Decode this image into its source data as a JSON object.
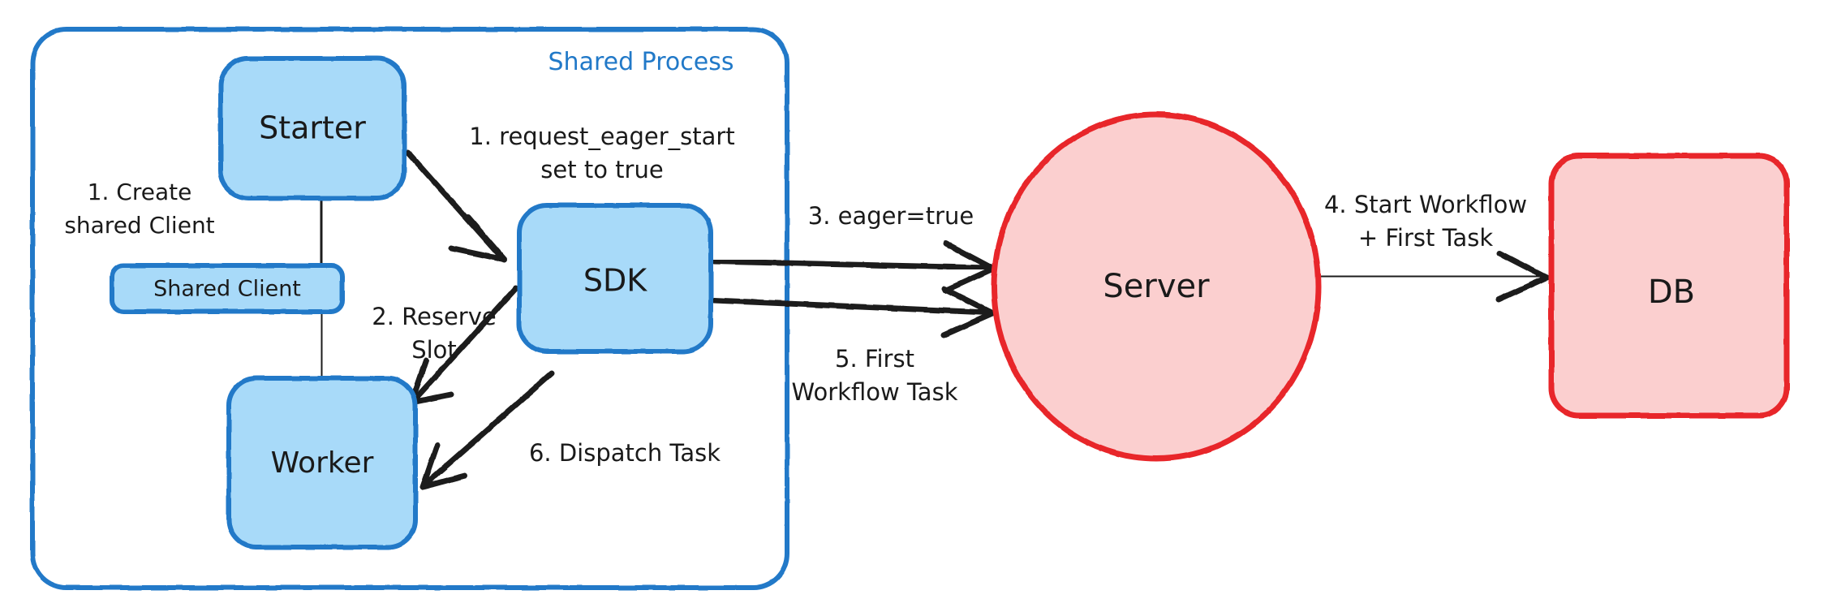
{
  "diagram": {
    "title": "Eager Workflow Start Sequence",
    "background": "#ffffff",
    "colors": {
      "blue_fill": "#a8daf9",
      "blue_stroke": "#2179c8",
      "red_fill": "#fbcfcf",
      "red_stroke": "#e8252a",
      "text": "#1a1a1a",
      "group_label": "#2179c8",
      "edge": "#1f1f1f"
    },
    "group": {
      "name": "shared-process",
      "label": "Shared Process",
      "label_color": "#2179c8"
    },
    "nodes": [
      {
        "id": "starter",
        "label": "Starter",
        "shape": "rounded-rect",
        "style": "blue"
      },
      {
        "id": "shared-client",
        "label": "Shared Client",
        "shape": "rounded-rect",
        "style": "blue"
      },
      {
        "id": "worker",
        "label": "Worker",
        "shape": "rounded-rect",
        "style": "blue"
      },
      {
        "id": "sdk",
        "label": "SDK",
        "shape": "rounded-rect",
        "style": "blue"
      },
      {
        "id": "server",
        "label": "Server",
        "shape": "ellipse",
        "style": "red"
      },
      {
        "id": "db",
        "label": "DB",
        "shape": "rounded-rect",
        "style": "red"
      }
    ],
    "edges": [
      {
        "id": "e1",
        "from": "starter",
        "to": "shared-client",
        "label": "1. Create\nshared Client",
        "label_lines": [
          "1. Create",
          "shared Client"
        ],
        "arrow": false
      },
      {
        "id": "e2",
        "from": "starter",
        "to": "sdk",
        "label": "1. request_eager_start\nset to true",
        "label_lines": [
          "1. request_eager_start",
          "set to true"
        ],
        "arrow": true
      },
      {
        "id": "e3",
        "from": "sdk",
        "to": "worker",
        "label": "2. Reserve\nSlot",
        "label_lines": [
          "2. Reserve",
          "Slot"
        ],
        "arrow": true
      },
      {
        "id": "e4",
        "from": "shared-client",
        "to": "worker",
        "label": "",
        "label_lines": [],
        "arrow": false
      },
      {
        "id": "e5",
        "from": "sdk",
        "to": "server",
        "label": "3. eager=true",
        "label_lines": [
          "3. eager=true"
        ],
        "arrow": true
      },
      {
        "id": "e6",
        "from": "server",
        "to": "db",
        "label": "4. Start Workflow\n+ First Task",
        "label_lines": [
          "4. Start Workflow",
          "+ First Task"
        ],
        "arrow": true
      },
      {
        "id": "e7",
        "from": "server",
        "to": "sdk",
        "label": "5. First\nWorkflow Task",
        "label_lines": [
          "5. First",
          "Workflow Task"
        ],
        "arrow": true
      },
      {
        "id": "e8",
        "from": "sdk",
        "to": "worker",
        "label": "6. Dispatch Task",
        "label_lines": [
          "6. Dispatch Task"
        ],
        "arrow": true
      }
    ],
    "labels": {
      "starter": "Starter",
      "shared_client": "Shared Client",
      "worker": "Worker",
      "sdk": "SDK",
      "server": "Server",
      "db": "DB",
      "shared_process": "Shared Process",
      "e1_line1": "1. Create",
      "e1_line2": "shared Client",
      "e2_line1": "1. request_eager_start",
      "e2_line2": "set to true",
      "e3_line1": "2. Reserve",
      "e3_line2": "Slot",
      "e5_line1": "3. eager=true",
      "e6_line1": "4. Start Workflow",
      "e6_line2": "+ First Task",
      "e7_line1": "5. First",
      "e7_line2": "Workflow Task",
      "e8_line1": "6. Dispatch Task"
    }
  }
}
